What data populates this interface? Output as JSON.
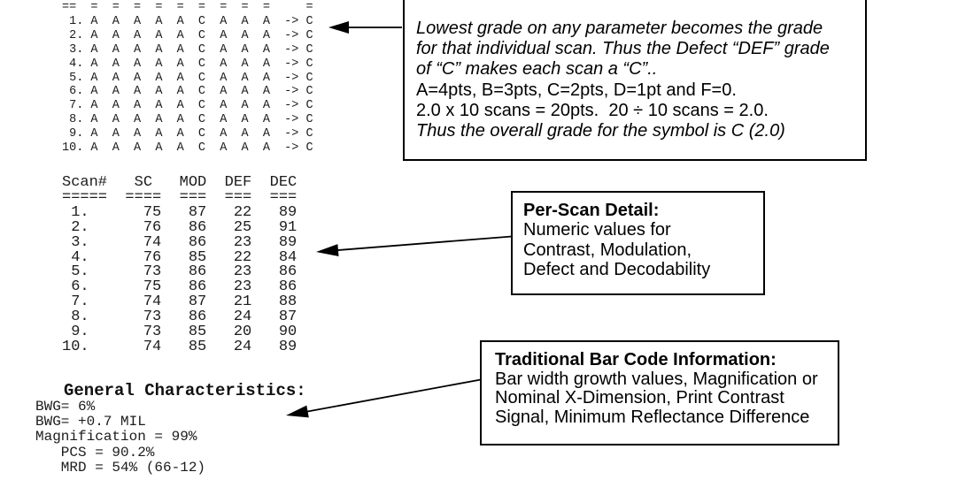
{
  "colors": {
    "background": "#ffffff",
    "text": "#000000",
    "box_border": "#000000"
  },
  "scan_grade_summary": {
    "header_rule": "==  =  =  =  =  =  =  =  =  =     =",
    "arrow_glyph": "->",
    "rows": [
      {
        "num": "1.",
        "grades": [
          "A",
          "A",
          "A",
          "A",
          "A",
          "C",
          "A",
          "A",
          "A"
        ],
        "arrow": "->",
        "overall": "C"
      },
      {
        "num": "2.",
        "grades": [
          "A",
          "A",
          "A",
          "A",
          "A",
          "C",
          "A",
          "A",
          "A"
        ],
        "arrow": "->",
        "overall": "C"
      },
      {
        "num": "3.",
        "grades": [
          "A",
          "A",
          "A",
          "A",
          "A",
          "C",
          "A",
          "A",
          "A"
        ],
        "arrow": "->",
        "overall": "C"
      },
      {
        "num": "4.",
        "grades": [
          "A",
          "A",
          "A",
          "A",
          "A",
          "C",
          "A",
          "A",
          "A"
        ],
        "arrow": "->",
        "overall": "C"
      },
      {
        "num": "5.",
        "grades": [
          "A",
          "A",
          "A",
          "A",
          "A",
          "C",
          "A",
          "A",
          "A"
        ],
        "arrow": "->",
        "overall": "C"
      },
      {
        "num": "6.",
        "grades": [
          "A",
          "A",
          "A",
          "A",
          "A",
          "C",
          "A",
          "A",
          "A"
        ],
        "arrow": "->",
        "overall": "C"
      },
      {
        "num": "7.",
        "grades": [
          "A",
          "A",
          "A",
          "A",
          "A",
          "C",
          "A",
          "A",
          "A"
        ],
        "arrow": "->",
        "overall": "C"
      },
      {
        "num": "8.",
        "grades": [
          "A",
          "A",
          "A",
          "A",
          "A",
          "C",
          "A",
          "A",
          "A"
        ],
        "arrow": "->",
        "overall": "C"
      },
      {
        "num": "9.",
        "grades": [
          "A",
          "A",
          "A",
          "A",
          "A",
          "C",
          "A",
          "A",
          "A"
        ],
        "arrow": "->",
        "overall": "C"
      },
      {
        "num": "10.",
        "grades": [
          "A",
          "A",
          "A",
          "A",
          "A",
          "C",
          "A",
          "A",
          "A"
        ],
        "arrow": "->",
        "overall": "C"
      }
    ]
  },
  "per_scan_table": {
    "header_line": "Scan#   SC   MOD  DEF  DEC",
    "underline": "=====  ====  ===  ===  ===",
    "columns": [
      "Scan#",
      "SC",
      "MOD",
      "DEF",
      "DEC"
    ],
    "rows": [
      {
        "scan": "1.",
        "sc": 75,
        "mod": 87,
        "def": 22,
        "dec": 89
      },
      {
        "scan": "2.",
        "sc": 76,
        "mod": 86,
        "def": 25,
        "dec": 91
      },
      {
        "scan": "3.",
        "sc": 74,
        "mod": 86,
        "def": 23,
        "dec": 89
      },
      {
        "scan": "4.",
        "sc": 76,
        "mod": 85,
        "def": 22,
        "dec": 84
      },
      {
        "scan": "5.",
        "sc": 73,
        "mod": 86,
        "def": 23,
        "dec": 86
      },
      {
        "scan": "6.",
        "sc": 75,
        "mod": 86,
        "def": 23,
        "dec": 86
      },
      {
        "scan": "7.",
        "sc": 74,
        "mod": 87,
        "def": 21,
        "dec": 88
      },
      {
        "scan": "8.",
        "sc": 73,
        "mod": 86,
        "def": 24,
        "dec": 87
      },
      {
        "scan": "9.",
        "sc": 73,
        "mod": 85,
        "def": 20,
        "dec": 90
      },
      {
        "scan": "10.",
        "sc": 74,
        "mod": 85,
        "def": 24,
        "dec": 89
      }
    ]
  },
  "general_characteristics": {
    "title": "General Characteristics:",
    "lines": [
      "BWG= 6%",
      "BWG= +0.7 MIL",
      "Magnification = 99%",
      "   PCS = 90.2%",
      "   MRD = 54% (66-12)"
    ]
  },
  "callouts": {
    "grade_rule": {
      "lines": [
        {
          "text": "Lowest grade on any parameter becomes the grade",
          "style": "italic"
        },
        {
          "text": "for that individual scan. Thus the Defect “DEF” grade",
          "style": "italic"
        },
        {
          "text": "of “C” makes each scan a “C”..",
          "style": "italic"
        },
        {
          "text": "A=4pts, B=3pts, C=2pts, D=1pt and F=0.",
          "style": "normal"
        },
        {
          "text": "2.0 x 10 scans = 20pts.  20 ÷ 10 scans = 2.0.",
          "style": "normal"
        },
        {
          "text": "Thus the overall grade for the symbol is C (2.0)",
          "style": "italic"
        }
      ]
    },
    "per_scan_detail": {
      "title": "Per-Scan Detail:",
      "lines": [
        "Numeric values for",
        "Contrast, Modulation,",
        "Defect and Decodability"
      ]
    },
    "traditional_info": {
      "title": "Traditional Bar Code Information:",
      "lines": [
        "Bar width growth values, Magnification or",
        "Nominal X-Dimension, Print Contrast",
        "Signal, Minimum Reflectance Difference"
      ]
    }
  }
}
